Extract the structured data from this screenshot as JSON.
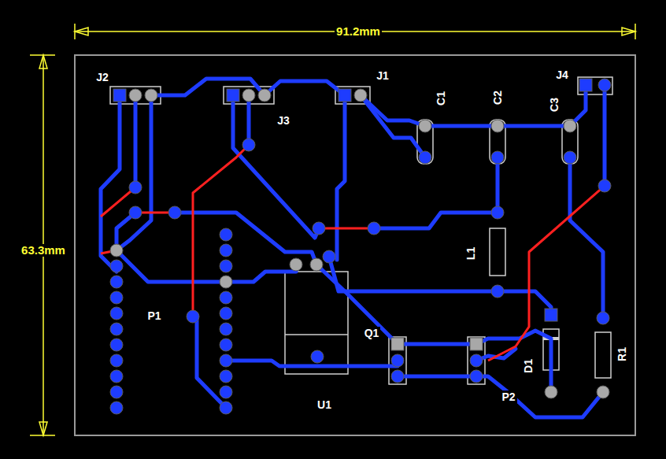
{
  "diagram": {
    "labels": [
      "91.2mm",
      "63.3mm",
      "J2",
      "J3",
      "J1",
      "C1",
      "C2",
      "C3",
      "J4",
      "L1",
      "P1",
      "Q1",
      "U1",
      "D1",
      "R1",
      "P2"
    ]
  }
}
